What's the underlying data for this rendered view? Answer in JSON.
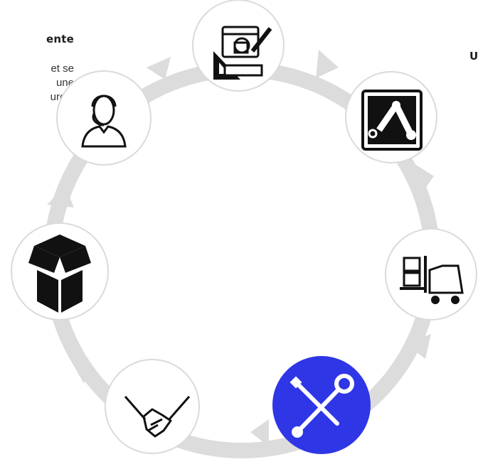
{
  "left_panel": {
    "title": "ente",
    "lines": [
      "et se",
      "une",
      "ures."
    ]
  },
  "right_panel": {
    "title": "U"
  },
  "cycle": {
    "arrow_color": "#dcdcdc",
    "circle_border": "#dadada",
    "icon_color": "#111111",
    "highlight_color": "#2f36e6",
    "highlight_icon_color": "#ffffff",
    "steps": [
      {
        "icon": "design-tools-icon",
        "highlighted": false
      },
      {
        "icon": "robotic-arm-icon",
        "highlighted": false
      },
      {
        "icon": "forklift-icon",
        "highlighted": false
      },
      {
        "icon": "wrench-screwdriver-icon",
        "highlighted": true
      },
      {
        "icon": "handshake-icon",
        "highlighted": false
      },
      {
        "icon": "box-icon",
        "highlighted": false
      },
      {
        "icon": "customer-support-icon",
        "highlighted": false
      }
    ]
  }
}
